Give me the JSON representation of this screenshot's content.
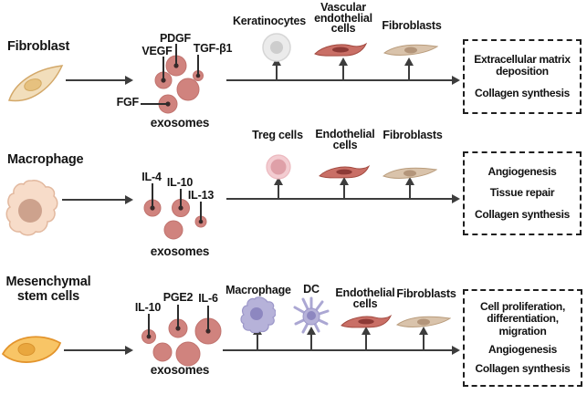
{
  "colors": {
    "background": "#ffffff",
    "arrow": "#3d3d3d",
    "text": "#141414",
    "exosome_fill": "#d0837e",
    "exosome_dot": "#3c2828",
    "dashed_box_border": "#1f1f1f",
    "fibroblast_source_fill": "#f2debb",
    "macrophage_source_fill": "#f7dcc9",
    "mesenchymal_fill": "#f8c566",
    "keratinocyte_fill": "#ebebeb",
    "endothelial_fill": "#c96f66",
    "target_fibroblast_fill": "#d9c3ab",
    "treg_fill": "#f3ccd1",
    "immune_purple_fill": "#b6b2d9"
  },
  "rows": [
    {
      "source_label": "Fibroblast",
      "exosome_caption": "exosomes",
      "factors": [
        {
          "name": "VEGF"
        },
        {
          "name": "PDGF"
        },
        {
          "name": "TGF-β1"
        },
        {
          "name": "FGF"
        }
      ],
      "targets": [
        {
          "name": "Keratinocytes"
        },
        {
          "name": "Vascular endothelial cells"
        },
        {
          "name": "Fibroblasts"
        }
      ],
      "outcomes": [
        "Extracellular matrix deposition",
        "Collagen synthesis"
      ]
    },
    {
      "source_label": "Macrophage",
      "exosome_caption": "exosomes",
      "factors": [
        {
          "name": "IL-4"
        },
        {
          "name": "IL-10"
        },
        {
          "name": "IL-13"
        }
      ],
      "targets": [
        {
          "name": "Treg cells"
        },
        {
          "name": "Endothelial cells"
        },
        {
          "name": "Fibroblasts"
        }
      ],
      "outcomes": [
        "Angiogenesis",
        "Tissue repair",
        "Collagen synthesis"
      ]
    },
    {
      "source_label": "Mesenchymal stem cells",
      "exosome_caption": "exosomes",
      "factors": [
        {
          "name": "IL-10"
        },
        {
          "name": "PGE2"
        },
        {
          "name": "IL-6"
        }
      ],
      "targets": [
        {
          "name": "Macrophage"
        },
        {
          "name": "DC"
        },
        {
          "name": "Endothelial cells"
        },
        {
          "name": "Fibroblasts"
        }
      ],
      "outcomes": [
        "Cell proliferation, differentiation, migration",
        "Angiogenesis",
        "Collagen synthesis"
      ]
    }
  ]
}
